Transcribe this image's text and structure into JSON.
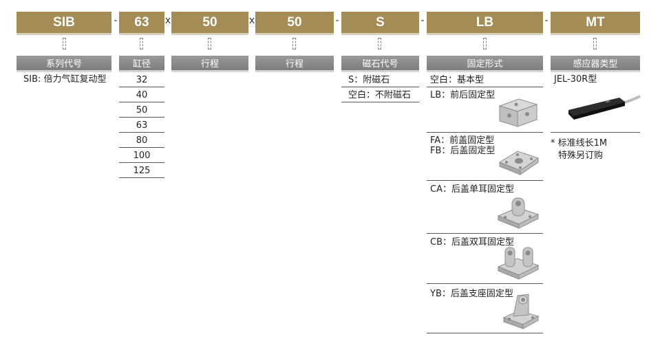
{
  "codes": {
    "series": "SIB",
    "bore": "63",
    "stroke1": "50",
    "stroke2": "50",
    "magnet": "S",
    "mount": "LB",
    "sensor": "MT"
  },
  "separators": {
    "s1": "-",
    "s2": "x",
    "s3": "x",
    "s4": "-",
    "s5": "-",
    "s6": "-"
  },
  "headers": {
    "series": "系列代号",
    "bore": "缸径",
    "stroke1": "行程",
    "stroke2": "行程",
    "magnet": "磁石代号",
    "mount": "固定形式",
    "sensor": "感应器类型"
  },
  "series_desc": "SIB: 倍力气缸复动型",
  "bore_sizes": [
    "32",
    "40",
    "50",
    "63",
    "80",
    "100",
    "125"
  ],
  "magnet_options": [
    "S：附磁石",
    "空白：不附磁石"
  ],
  "mount_options": {
    "blank": "空白：基本型",
    "lb": "LB：前后固定型",
    "fa": "FA：前盖固定型",
    "fb": "FB：后盖固定型",
    "ca": "CA：后盖单耳固定型",
    "cb": "CB：后盖双耳固定型",
    "yb": "YB：后盖支座固定型"
  },
  "sensor": {
    "model": "JEL-30R型",
    "note1": "* 标准线长1M",
    "note2": "特殊另订购"
  },
  "colors": {
    "code_bar": "#a48c57",
    "header_bar": "#8a8a8a"
  }
}
